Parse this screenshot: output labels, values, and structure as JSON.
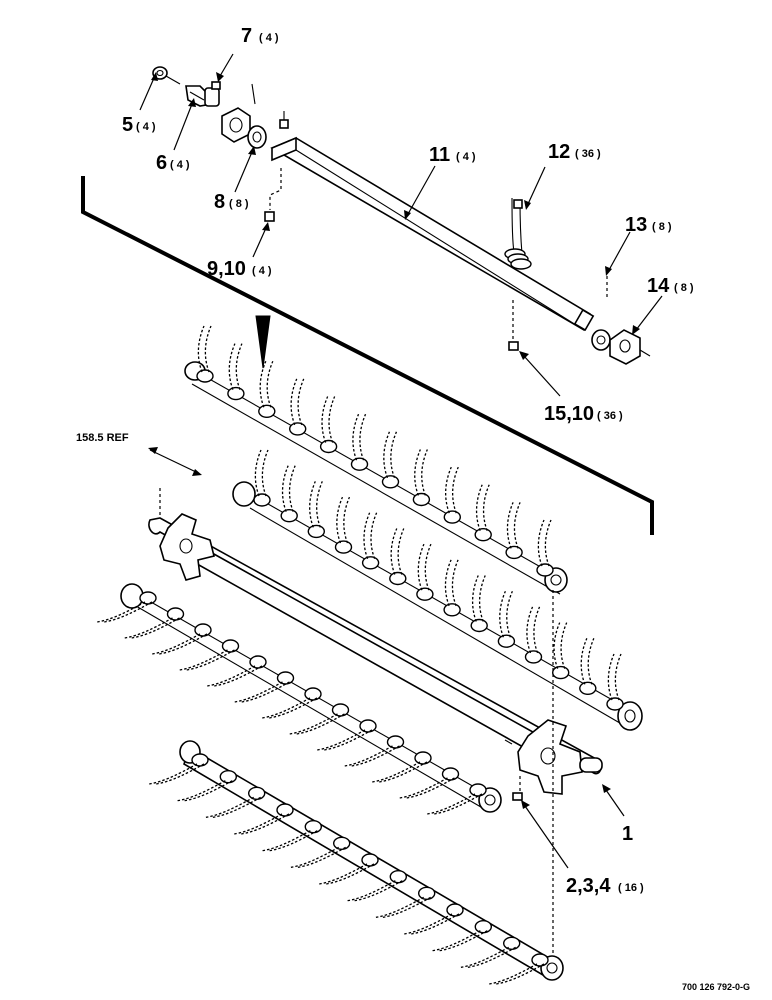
{
  "callouts": [
    {
      "id": "c7",
      "number": "7",
      "qty": "( 4 )"
    },
    {
      "id": "c5",
      "number": "5",
      "qty": "( 4 )"
    },
    {
      "id": "c6",
      "number": "6",
      "qty": "( 4 )"
    },
    {
      "id": "c8",
      "number": "8",
      "qty": "( 8 )"
    },
    {
      "id": "c910",
      "number": "9,10",
      "qty": "( 4 )"
    },
    {
      "id": "c11",
      "number": "11",
      "qty": "( 4 )"
    },
    {
      "id": "c12",
      "number": "12",
      "qty": "( 36 )"
    },
    {
      "id": "c13",
      "number": "13",
      "qty": "( 8 )"
    },
    {
      "id": "c14",
      "number": "14",
      "qty": "( 8 )"
    },
    {
      "id": "c1510",
      "number": "15,10",
      "qty": "( 36 )"
    },
    {
      "id": "c1",
      "number": "1",
      "qty": ""
    },
    {
      "id": "c234",
      "number": "2,3,4",
      "qty": "( 16 )"
    }
  ],
  "ref_label": "158.5 REF",
  "drawing_number": "700 126 792-0-G"
}
